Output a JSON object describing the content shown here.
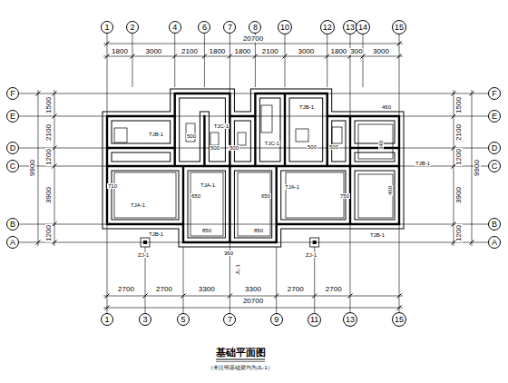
{
  "diagram": {
    "title": "基础平面图",
    "caption": "（未注明基础梁均为JL-1）",
    "nodes": [
      {
        "text": [
          "1"
        ]
      },
      {
        "text": [
          "2"
        ]
      },
      {
        "text": [
          "4"
        ]
      },
      {
        "text": [
          "6"
        ]
      },
      {
        "text": [
          "7"
        ]
      },
      {
        "text": [
          "8"
        ]
      },
      {
        "text": [
          "10"
        ]
      },
      {
        "text": [
          "12"
        ]
      },
      {
        "text": [
          "13"
        ]
      },
      {
        "text": [
          "14"
        ]
      },
      {
        "text": [
          "15"
        ]
      },
      {
        "text": [
          "F"
        ]
      },
      {
        "text": [
          "E"
        ]
      },
      {
        "text": [
          "D"
        ]
      },
      {
        "text": [
          "C"
        ]
      },
      {
        "text": [
          "B"
        ]
      },
      {
        "text": [
          "A"
        ]
      },
      {
        "text": [
          "F"
        ]
      },
      {
        "text": [
          "E"
        ]
      },
      {
        "text": [
          "D"
        ]
      },
      {
        "text": [
          "C"
        ]
      },
      {
        "text": [
          "B"
        ]
      },
      {
        "text": [
          "A"
        ]
      },
      {
        "text": [
          "1"
        ]
      },
      {
        "text": [
          "3"
        ]
      },
      {
        "text": [
          "5"
        ]
      },
      {
        "text": [
          "7"
        ]
      },
      {
        "text": [
          "9"
        ]
      },
      {
        "text": [
          "11"
        ]
      },
      {
        "text": [
          "13"
        ]
      },
      {
        "text": [
          "15"
        ]
      }
    ],
    "edges": [
      {
        "from": 0,
        "to": 23,
        "arrow": "none"
      },
      {
        "from": 4,
        "to": 26,
        "arrow": "none"
      },
      {
        "from": 8,
        "to": 29,
        "arrow": "none"
      },
      {
        "from": 10,
        "to": 30,
        "arrow": "none"
      },
      {
        "from": 11,
        "to": 17,
        "arrow": "none"
      },
      {
        "from": 12,
        "to": 18,
        "arrow": "none"
      },
      {
        "from": 13,
        "to": 19,
        "arrow": "none"
      },
      {
        "from": 14,
        "to": 20,
        "arrow": "none"
      },
      {
        "from": 15,
        "to": 21,
        "arrow": "none"
      },
      {
        "from": 16,
        "to": 22,
        "arrow": "none"
      }
    ],
    "labels": [
      "1800",
      "3000",
      "2100",
      "1800",
      "1800",
      "2100",
      "3000",
      "1800",
      "300",
      "3000",
      "20700",
      "2700",
      "2700",
      "3300",
      "3300",
      "2700",
      "2700",
      "20700",
      "1500",
      "2100",
      "1200",
      "3900",
      "1200",
      "9900",
      "1500",
      "2100",
      "1200",
      "3900",
      "1200",
      "9900",
      "TJB-1",
      "500",
      "TJC-1",
      "500",
      "500",
      "TJC-1",
      "500",
      "500",
      "TJB-1",
      "460",
      "340",
      "460",
      "TJB-1",
      "TJA-1",
      "710",
      "650",
      "650",
      "TJA-1",
      "TJA-1",
      "750",
      "850",
      "850",
      "360",
      "TJB-1",
      "TJB-1",
      "JL-1",
      "ZJ-1",
      "ZJ-1"
    ]
  }
}
